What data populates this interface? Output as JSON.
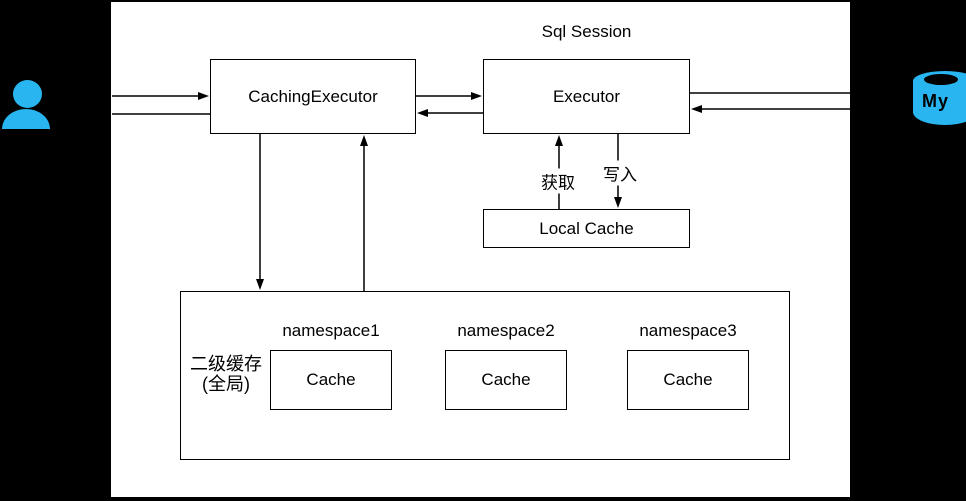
{
  "colors": {
    "accent": "#29B6F0",
    "line": "#000000",
    "canvas_background": "#000000",
    "diagram_background": "#ffffff"
  },
  "diagram": {
    "sql_session_label": "Sql Session",
    "nodes": {
      "caching_executor": "CachingExecutor",
      "executor": "Executor",
      "local_cache": "Local Cache"
    },
    "edge_labels": {
      "get": "获取",
      "write": "写入"
    },
    "second_level_cache": {
      "label_line1": "二级缓存",
      "label_line2": "(全局)",
      "namespaces": [
        {
          "name": "namespace1",
          "cache_label": "Cache"
        },
        {
          "name": "namespace2",
          "cache_label": "Cache"
        },
        {
          "name": "namespace3",
          "cache_label": "Cache"
        }
      ]
    },
    "icons": {
      "user": "user-icon",
      "database": "database-icon",
      "database_label": "My"
    }
  }
}
